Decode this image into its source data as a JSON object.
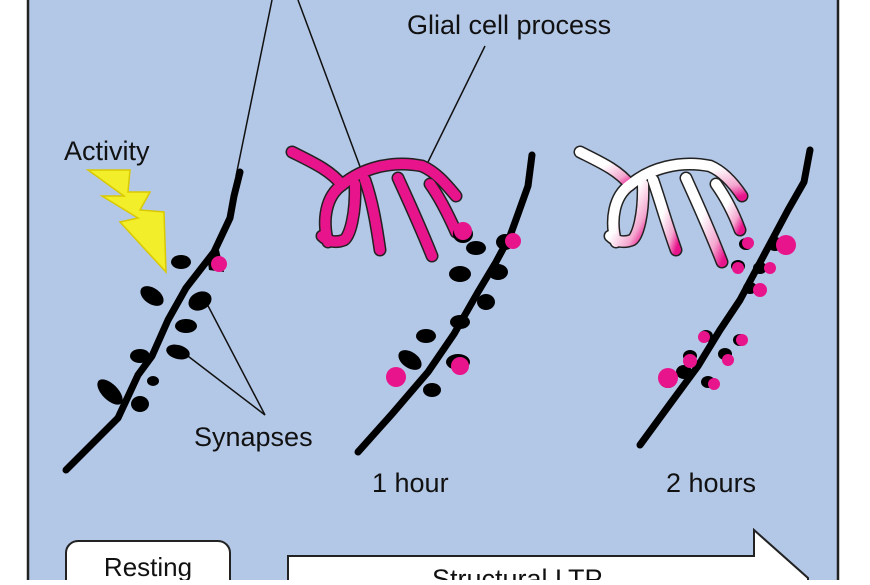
{
  "labels": {
    "glial": "Glial cell process",
    "activity": "Activity",
    "synapses": "Synapses",
    "time1": "1 hour",
    "time2": "2 hours",
    "resting": "Resting",
    "arrow_text": "Structural LTP"
  },
  "colors": {
    "background": "#b3c7e6",
    "frame": "#222222",
    "magenta": "#e8148c",
    "dendrite": "#000000",
    "bolt": "#f2ee2a"
  }
}
